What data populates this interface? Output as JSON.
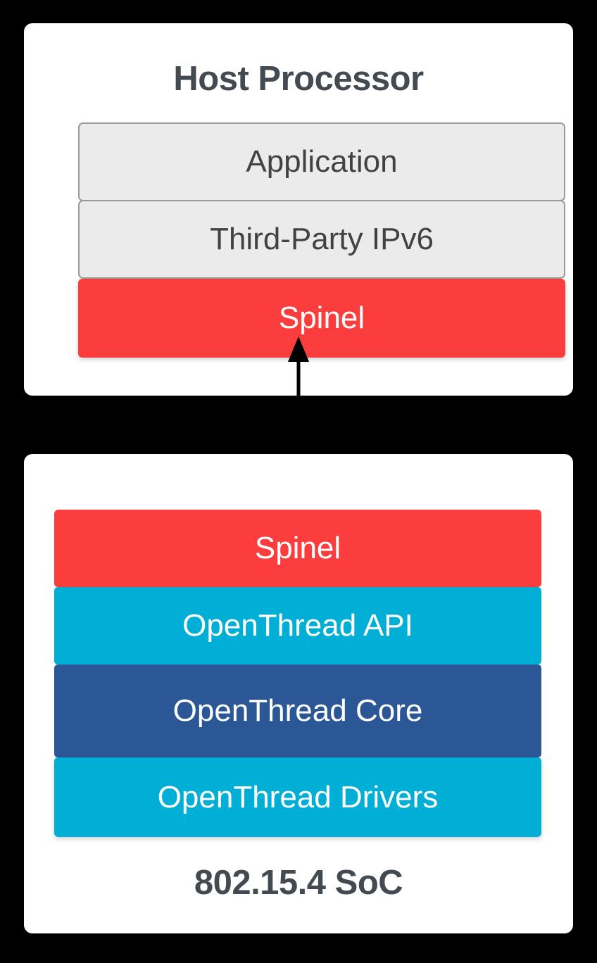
{
  "background_color": "#000000",
  "panels": [
    {
      "id": "host-processor",
      "title": "Host Processor",
      "title_position": "top",
      "background": "#ffffff",
      "layers": [
        {
          "label": "Application",
          "style": "outlined",
          "fill": "#ebebeb",
          "border": "#9a9a9a",
          "text_color": "#424242"
        },
        {
          "label": "Third-Party IPv6",
          "style": "outlined",
          "fill": "#ebebeb",
          "border": "#9a9a9a",
          "text_color": "#424242"
        },
        {
          "label": "Spinel",
          "style": "solid",
          "fill": "#fc3d3d",
          "text_color": "#ffffff"
        }
      ]
    },
    {
      "id": "soc",
      "title": "802.15.4 SoC",
      "title_position": "bottom",
      "background": "#ffffff",
      "layers": [
        {
          "label": "Spinel",
          "style": "solid",
          "fill": "#fc3d3d",
          "text_color": "#ffffff"
        },
        {
          "label": "OpenThread API",
          "style": "solid",
          "fill": "#00aed6",
          "text_color": "#ffffff"
        },
        {
          "label": "OpenThread Core",
          "style": "solid",
          "fill": "#2b5797",
          "text_color": "#ffffff"
        },
        {
          "label": "OpenThread Drivers",
          "style": "solid",
          "fill": "#00aed6",
          "text_color": "#ffffff"
        }
      ]
    }
  ],
  "connector": {
    "name": "spinel-link",
    "kind": "double-headed-arrow",
    "orientation": "vertical",
    "color": "#000000",
    "from": "host-processor.Spinel",
    "to": "soc.Spinel"
  },
  "colors": {
    "title_text": "#434a52",
    "red": "#fc3d3d",
    "cyan": "#00aed6",
    "blue": "#2b5797",
    "grey_fill": "#ebebeb",
    "grey_border": "#9a9a9a",
    "grey_text": "#424242",
    "panel": "#ffffff",
    "background": "#000000"
  }
}
